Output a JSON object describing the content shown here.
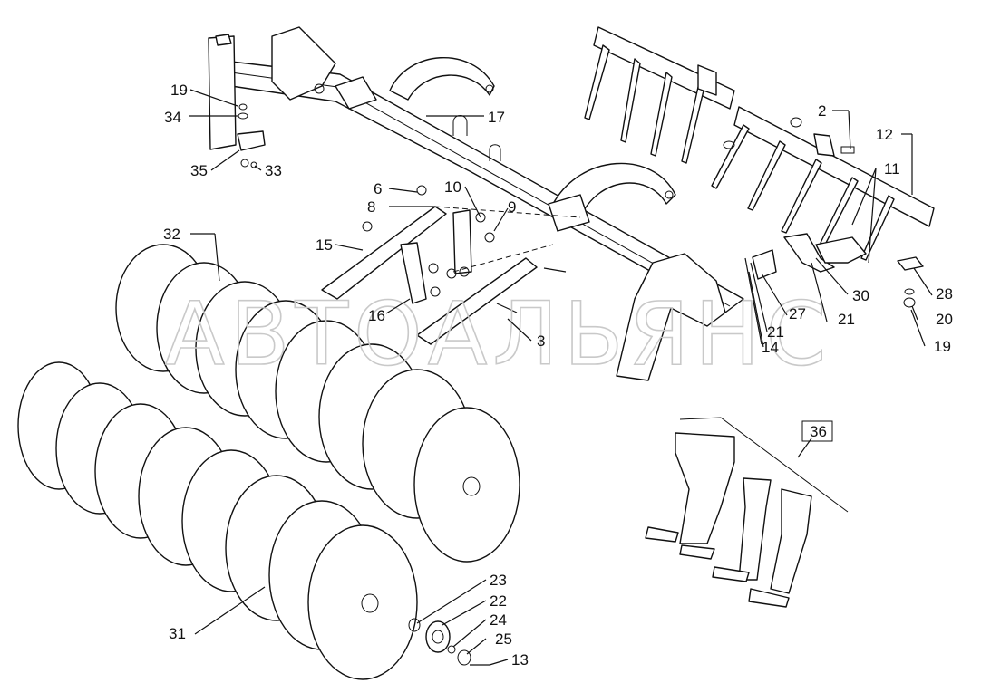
{
  "watermark": "АВТОАЛЬЯНС",
  "callouts": [
    {
      "id": "c19a",
      "text": "19"
    },
    {
      "id": "c34",
      "text": "34"
    },
    {
      "id": "c35",
      "text": "35"
    },
    {
      "id": "c33",
      "text": "33"
    },
    {
      "id": "c17",
      "text": "17"
    },
    {
      "id": "c2",
      "text": "2"
    },
    {
      "id": "c12",
      "text": "12"
    },
    {
      "id": "c11",
      "text": "11"
    },
    {
      "id": "c6",
      "text": "6"
    },
    {
      "id": "c8",
      "text": "8"
    },
    {
      "id": "c10",
      "text": "10"
    },
    {
      "id": "c9",
      "text": "9"
    },
    {
      "id": "c32",
      "text": "32"
    },
    {
      "id": "c15",
      "text": "15"
    },
    {
      "id": "c16",
      "text": "16"
    },
    {
      "id": "c3",
      "text": "3"
    },
    {
      "id": "c28",
      "text": "28"
    },
    {
      "id": "c30",
      "text": "30"
    },
    {
      "id": "c27",
      "text": "27"
    },
    {
      "id": "c21a",
      "text": "21"
    },
    {
      "id": "c21b",
      "text": "21"
    },
    {
      "id": "c20",
      "text": "20"
    },
    {
      "id": "c14",
      "text": "14"
    },
    {
      "id": "c19b",
      "text": "19"
    },
    {
      "id": "c36",
      "text": "36"
    },
    {
      "id": "c23",
      "text": "23"
    },
    {
      "id": "c22",
      "text": "22"
    },
    {
      "id": "c24",
      "text": "24"
    },
    {
      "id": "c25",
      "text": "25"
    },
    {
      "id": "c31",
      "text": "31"
    },
    {
      "id": "c13",
      "text": "13"
    }
  ]
}
